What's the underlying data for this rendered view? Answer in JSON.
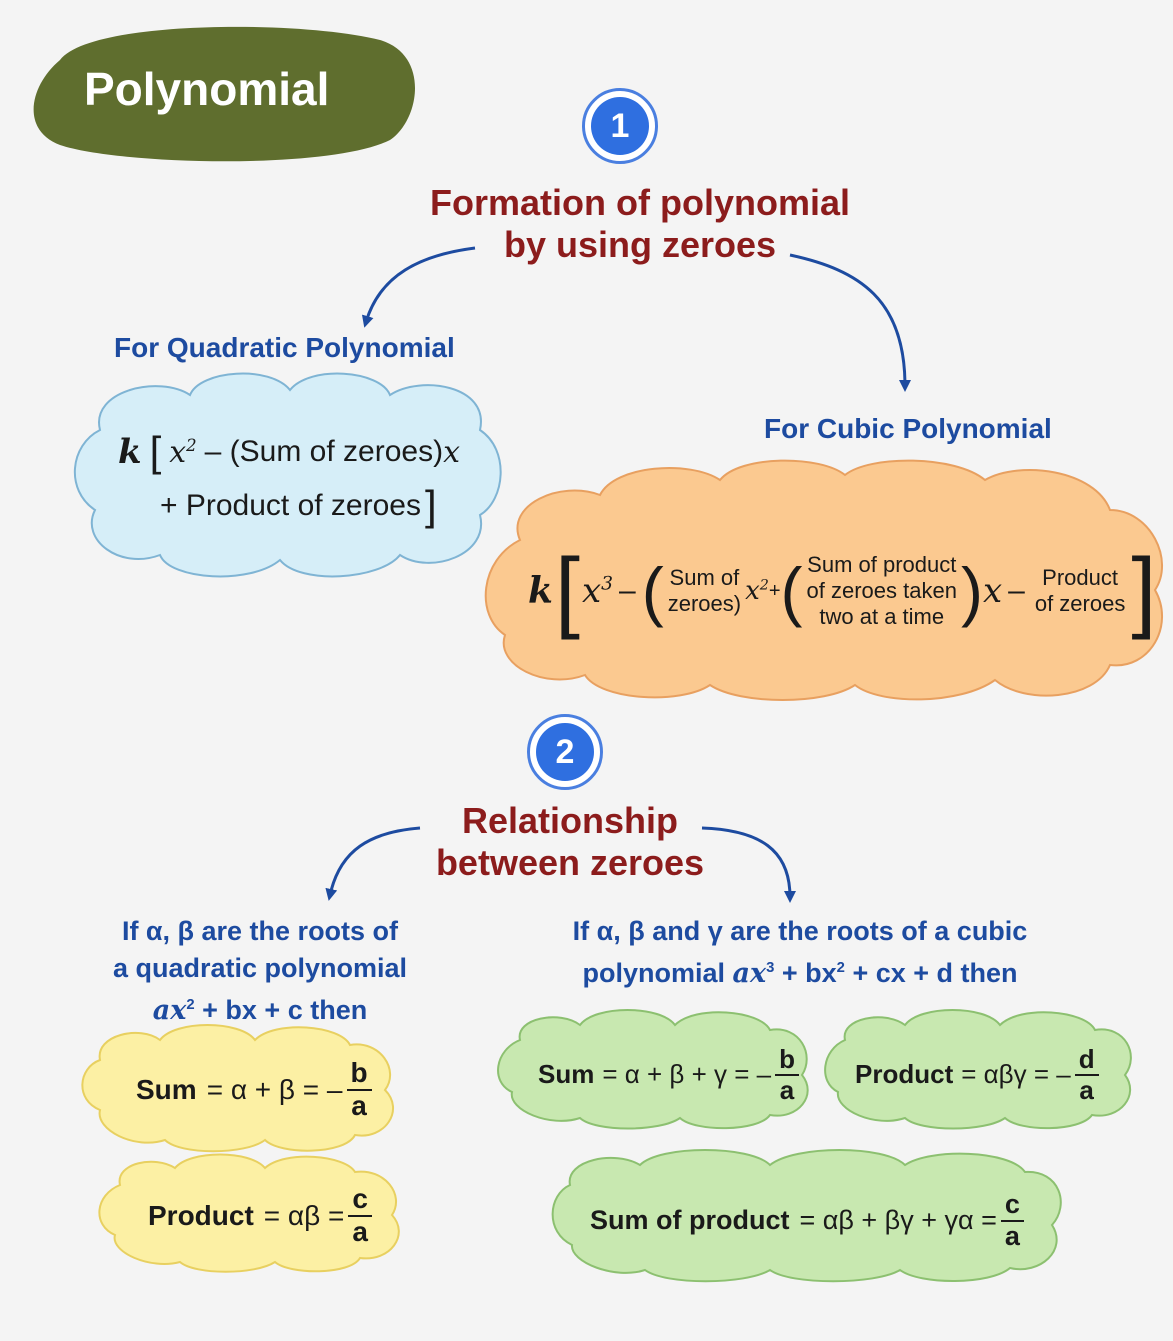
{
  "title": "Polynomial",
  "colors": {
    "title_bg": "#5f6e2e",
    "heading": "#8c1c1c",
    "subheading": "#1d4ba0",
    "badge": "#2f6fe0",
    "blue_cloud": "#d6eef8",
    "orange_cloud": "#fbc990",
    "yellow_cloud": "#fcf0a4",
    "green_cloud": "#c8e8b0",
    "arrow": "#1d4ba0"
  },
  "section1": {
    "badge": "1",
    "heading_line1": "Formation of polynomial",
    "heading_line2": "by using zeroes",
    "quadratic": {
      "label": "For Quadratic Polynomial",
      "k": "k",
      "x2": "x",
      "sum_part": "– (Sum of zeroes)",
      "x": "x",
      "product_part": "+ Product of zeroes"
    },
    "cubic": {
      "label": "For Cubic Polynomial",
      "k": "k",
      "x3": "x",
      "minus": "–",
      "sum_line1": "Sum of",
      "sum_line2": "zeroes)",
      "x2": "x",
      "plus": "+",
      "sp_line1": "Sum of product",
      "sp_line2": "of zeroes taken",
      "sp_line3": "two at a time",
      "x": "x",
      "minus2": "–",
      "prod_line1": "Product",
      "prod_line2": "of zeroes"
    }
  },
  "section2": {
    "badge": "2",
    "heading_line1": "Relationship",
    "heading_line2": "between zeroes",
    "quadratic_condition": {
      "line1": "If α, β are the roots of",
      "line2": "a quadratic polynomial",
      "line3_math": "ax",
      "line3_rest": " + bx + c then"
    },
    "cubic_condition": {
      "line1": "If α, β and γ are the roots of a cubic",
      "line2_prefix": "polynomial ",
      "line2_math": "ax",
      "line2_rest": " + bx",
      "line2_tail": " + cx + d then"
    },
    "quad_sum": {
      "label": "Sum",
      "expr": "= α + β = –",
      "num": "b",
      "den": "a"
    },
    "quad_product": {
      "label": "Product",
      "expr": "= αβ =",
      "num": "c",
      "den": "a"
    },
    "cubic_sum": {
      "label": "Sum",
      "expr": "= α + β + γ = –",
      "num": "b",
      "den": "a"
    },
    "cubic_product": {
      "label": "Product",
      "expr": "= αβγ = –",
      "num": "d",
      "den": "a"
    },
    "cubic_sum_product": {
      "label": "Sum of product",
      "expr": "= αβ + βγ + γα =",
      "num": "c",
      "den": "a"
    }
  }
}
